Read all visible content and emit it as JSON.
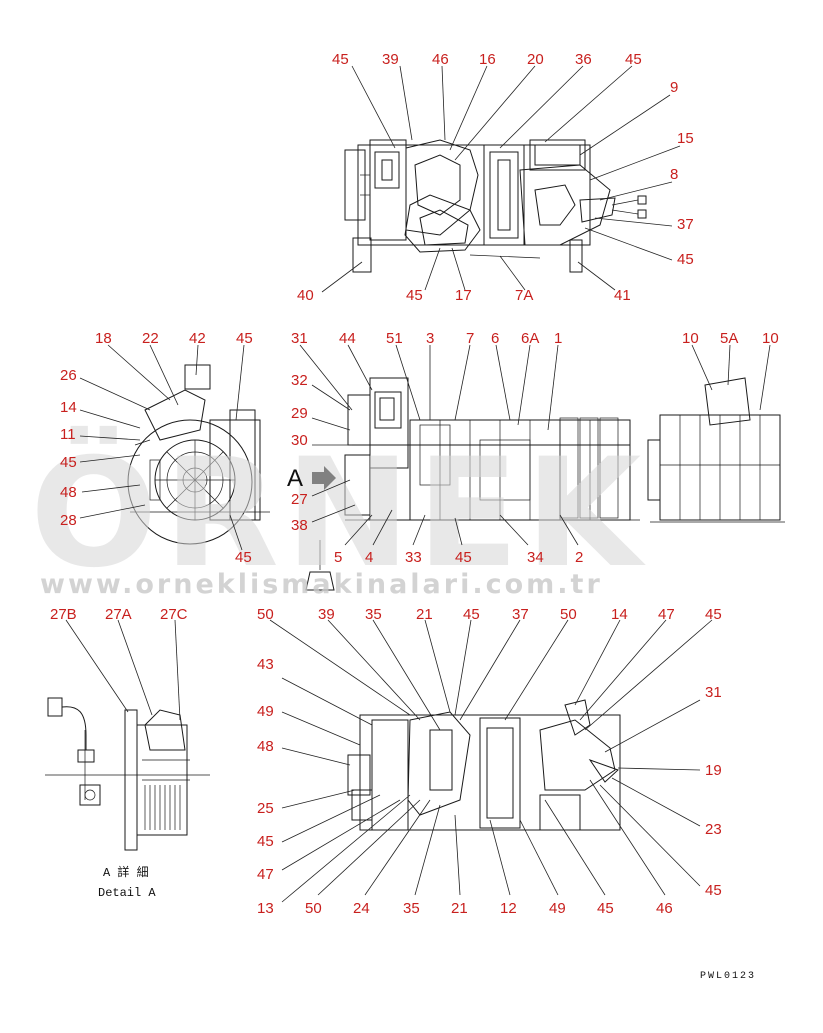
{
  "drawing_code": "PWL0123",
  "detail": {
    "title_jp": "A 詳 細",
    "title_en": "Detail A",
    "view_mark": "A"
  },
  "watermark": {
    "brand": "ÖRNEK",
    "url": "www.orneklismakinalari.com.tr"
  },
  "callouts": [
    {
      "id": "c1",
      "text": "45"
    },
    {
      "id": "c2",
      "text": "39"
    },
    {
      "id": "c3",
      "text": "46"
    },
    {
      "id": "c4",
      "text": "16"
    },
    {
      "id": "c5",
      "text": "20"
    },
    {
      "id": "c6",
      "text": "36"
    },
    {
      "id": "c7",
      "text": "45"
    },
    {
      "id": "c8",
      "text": "9"
    },
    {
      "id": "c9",
      "text": "15"
    },
    {
      "id": "c10",
      "text": "8"
    },
    {
      "id": "c11",
      "text": "37"
    },
    {
      "id": "c12",
      "text": "45"
    },
    {
      "id": "c13",
      "text": "40"
    },
    {
      "id": "c14",
      "text": "45"
    },
    {
      "id": "c15",
      "text": "17"
    },
    {
      "id": "c16",
      "text": "7A"
    },
    {
      "id": "c17",
      "text": "41"
    },
    {
      "id": "c18",
      "text": "18"
    },
    {
      "id": "c19",
      "text": "22"
    },
    {
      "id": "c20",
      "text": "42"
    },
    {
      "id": "c21",
      "text": "45"
    },
    {
      "id": "c22",
      "text": "26"
    },
    {
      "id": "c23",
      "text": "14"
    },
    {
      "id": "c24",
      "text": "11"
    },
    {
      "id": "c25",
      "text": "45"
    },
    {
      "id": "c26",
      "text": "48"
    },
    {
      "id": "c27",
      "text": "28"
    },
    {
      "id": "c28",
      "text": "45"
    },
    {
      "id": "c29",
      "text": "31"
    },
    {
      "id": "c30",
      "text": "44"
    },
    {
      "id": "c31",
      "text": "51"
    },
    {
      "id": "c32",
      "text": "3"
    },
    {
      "id": "c33",
      "text": "7"
    },
    {
      "id": "c34",
      "text": "6"
    },
    {
      "id": "c35",
      "text": "6A"
    },
    {
      "id": "c36",
      "text": "1"
    },
    {
      "id": "c37",
      "text": "32"
    },
    {
      "id": "c38",
      "text": "29"
    },
    {
      "id": "c39",
      "text": "30"
    },
    {
      "id": "c40",
      "text": "27"
    },
    {
      "id": "c41",
      "text": "38"
    },
    {
      "id": "c42",
      "text": "5"
    },
    {
      "id": "c43",
      "text": "4"
    },
    {
      "id": "c44",
      "text": "33"
    },
    {
      "id": "c45",
      "text": "45"
    },
    {
      "id": "c46",
      "text": "34"
    },
    {
      "id": "c47",
      "text": "2"
    },
    {
      "id": "c48",
      "text": "10"
    },
    {
      "id": "c49",
      "text": "5A"
    },
    {
      "id": "c50",
      "text": "10"
    },
    {
      "id": "c51",
      "text": "27B"
    },
    {
      "id": "c52",
      "text": "27A"
    },
    {
      "id": "c53",
      "text": "27C"
    },
    {
      "id": "c54",
      "text": "50"
    },
    {
      "id": "c55",
      "text": "39"
    },
    {
      "id": "c56",
      "text": "35"
    },
    {
      "id": "c57",
      "text": "21"
    },
    {
      "id": "c58",
      "text": "45"
    },
    {
      "id": "c59",
      "text": "37"
    },
    {
      "id": "c60",
      "text": "50"
    },
    {
      "id": "c61",
      "text": "14"
    },
    {
      "id": "c62",
      "text": "47"
    },
    {
      "id": "c63",
      "text": "45"
    },
    {
      "id": "c64",
      "text": "43"
    },
    {
      "id": "c65",
      "text": "31"
    },
    {
      "id": "c66",
      "text": "49"
    },
    {
      "id": "c67",
      "text": "48"
    },
    {
      "id": "c68",
      "text": "19"
    },
    {
      "id": "c69",
      "text": "25"
    },
    {
      "id": "c70",
      "text": "23"
    },
    {
      "id": "c71",
      "text": "45"
    },
    {
      "id": "c72",
      "text": "47"
    },
    {
      "id": "c73",
      "text": "45"
    },
    {
      "id": "c74",
      "text": "13"
    },
    {
      "id": "c75",
      "text": "50"
    },
    {
      "id": "c76",
      "text": "24"
    },
    {
      "id": "c77",
      "text": "35"
    },
    {
      "id": "c78",
      "text": "21"
    },
    {
      "id": "c79",
      "text": "12"
    },
    {
      "id": "c80",
      "text": "49"
    },
    {
      "id": "c81",
      "text": "45"
    },
    {
      "id": "c82",
      "text": "46"
    }
  ]
}
